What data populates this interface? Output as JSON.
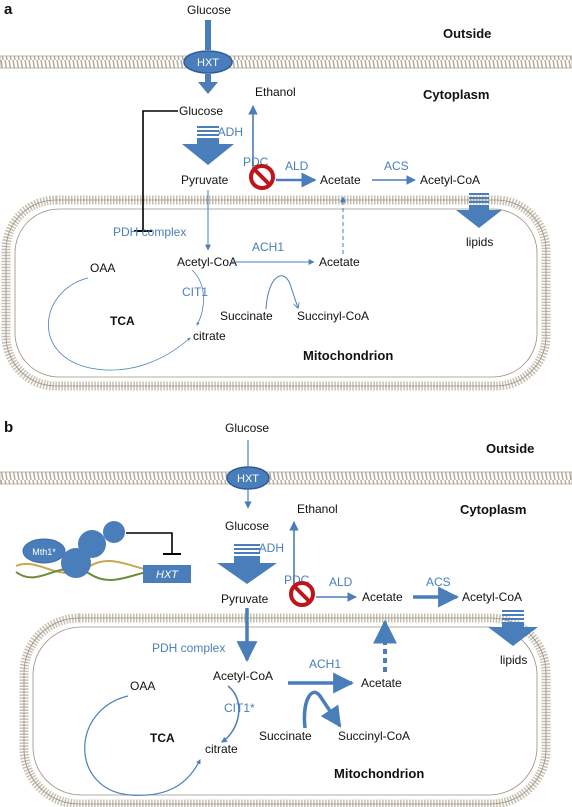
{
  "colors": {
    "accent": "#4a7ebb",
    "membrane": "#b0a796",
    "inhibitor_red": "#c0141a",
    "text": "#111111"
  },
  "panel_a": {
    "label": "a",
    "regions": {
      "outside": "Outside",
      "cytoplasm": "Cytoplasm",
      "mitochondrion": "Mitochondrion"
    },
    "metabolites": {
      "glucose_out": "Glucose",
      "glucose_in": "Glucose",
      "ethanol": "Ethanol",
      "pyruvate": "Pyruvate",
      "acetate_cyto": "Acetate",
      "acetyl_coa_cyto": "Acetyl-CoA",
      "lipids": "lipids",
      "oaa": "OAA",
      "acetyl_coa_mito": "Acetyl-CoA",
      "acetate_mito": "Acetate",
      "succinate": "Succinate",
      "succinyl_coa": "Succinyl-CoA",
      "citrate": "citrate",
      "tca": "TCA"
    },
    "enzymes": {
      "hxt": "HXT",
      "adh": "ADH",
      "pdc": "PDC",
      "ald": "ALD",
      "acs": "ACS",
      "pdh": "PDH complex",
      "ach1": "ACH1",
      "cit1": "CIT1"
    }
  },
  "panel_b": {
    "label": "b",
    "regions": {
      "outside": "Outside",
      "cytoplasm": "Cytoplasm",
      "mitochondrion": "Mitochondrion"
    },
    "metabolites": {
      "glucose_out": "Glucose",
      "glucose_in": "Glucose",
      "ethanol": "Ethanol",
      "pyruvate": "Pyruvate",
      "acetate_cyto": "Acetate",
      "acetyl_coa_cyto": "Acetyl-CoA",
      "lipids": "lipids",
      "oaa": "OAA",
      "acetyl_coa_mito": "Acetyl-CoA",
      "acetate_mito": "Acetate",
      "succinate": "Succinate",
      "succinyl_coa": "Succinyl-CoA",
      "citrate": "citrate",
      "tca": "TCA"
    },
    "enzymes": {
      "hxt": "HXT",
      "adh": "ADH",
      "pdc": "PDC",
      "ald": "ALD",
      "acs": "ACS",
      "pdh": "PDH complex",
      "ach1": "ACH1",
      "cit1": "CIT1*"
    },
    "regulator": {
      "protein": "Mth1*",
      "target_gene": "HXT"
    }
  }
}
